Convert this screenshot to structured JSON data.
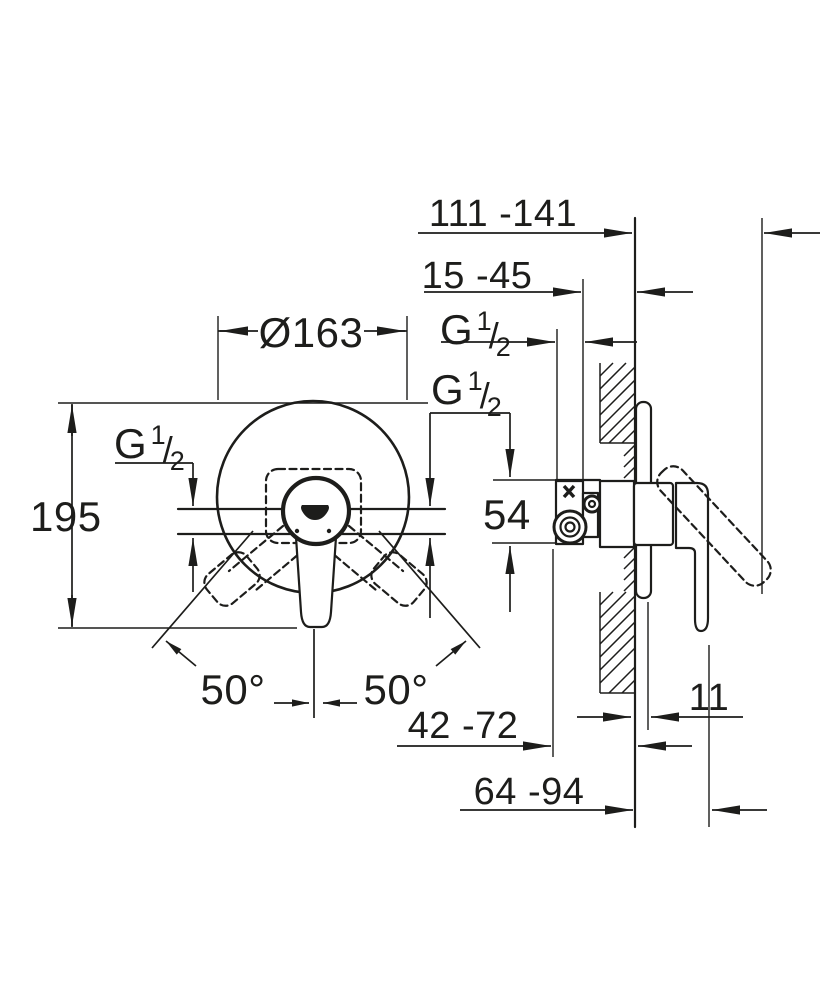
{
  "drawing": {
    "kind": "shower-mixer-installation-dimension-drawing",
    "colors": {
      "line": "#1d1d1b",
      "background": "#ffffff"
    },
    "labels": {
      "thread": {
        "full": "G 1/2",
        "g": "G",
        "num": "1",
        "slash": "/",
        "den": "2"
      },
      "front": {
        "plate_diameter": "Ø163",
        "total_height": "195",
        "angle_left": "50°",
        "angle_right": "50°"
      },
      "side": {
        "depth_total": "111 -141",
        "recess_depth": "15 -45",
        "center_height": "54",
        "plate_thickness": "11",
        "handle_depth_min": "42 -72",
        "handle_depth_max": "64 -94"
      }
    }
  }
}
